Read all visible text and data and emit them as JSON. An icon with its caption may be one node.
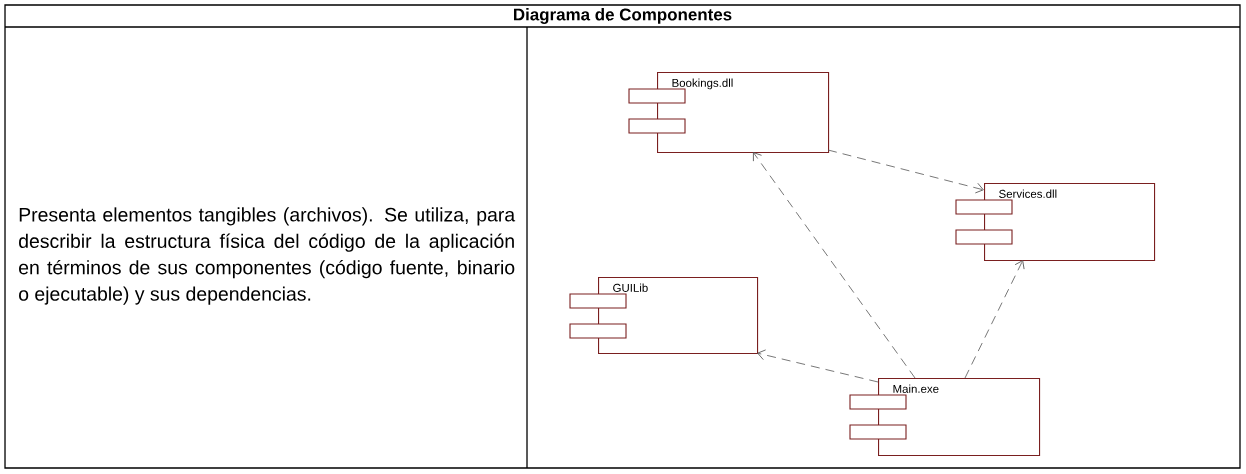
{
  "diagram": {
    "title": "Diagrama de Componentes",
    "nodes": [
      {
        "text": [
          "Bookings.dll"
        ]
      },
      {
        "text": [
          "Services.dll"
        ]
      },
      {
        "text": [
          "GUILib"
        ]
      },
      {
        "text": [
          "Main.exe"
        ]
      }
    ],
    "edges": [
      {
        "from": 0,
        "to": 1,
        "arrow": "to",
        "style": "dashed"
      },
      {
        "from": 3,
        "to": 0,
        "arrow": "to",
        "style": "dashed"
      },
      {
        "from": 3,
        "to": 1,
        "arrow": "to",
        "style": "dashed"
      },
      {
        "from": 3,
        "to": 2,
        "arrow": "to",
        "style": "dashed"
      }
    ],
    "labels": [
      "Presenta elementos tangibles (archivos). Se utiliza, para describir la estructura física del código de la aplicación en términos de sus componentes (código fuente, binario o ejecutable) y sus dependencias."
    ]
  }
}
